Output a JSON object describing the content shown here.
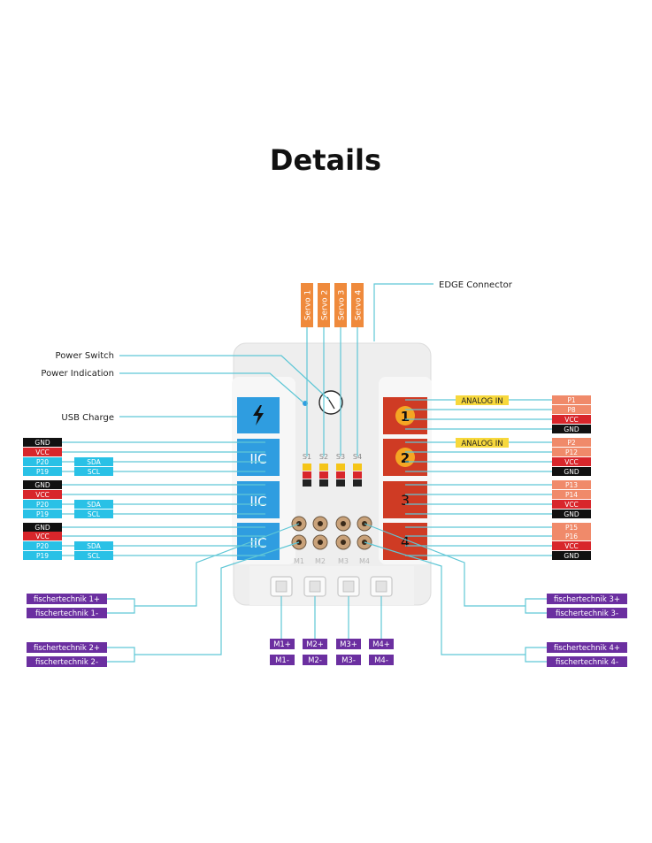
{
  "title": "Details",
  "callouts": {
    "edge": "EDGE Connector",
    "power_switch": "Power Switch",
    "power_indication": "Power Indication",
    "usb_charge": "USB Charge"
  },
  "servos": [
    "Servo 1",
    "Servo 2",
    "Servo 3",
    "Servo 4"
  ],
  "servo_pin_labels": [
    "S1",
    "S2",
    "S3",
    "S4"
  ],
  "iic_label": "IIC",
  "left_pins": [
    {
      "pins": [
        "GND",
        "VCC",
        "P20",
        "P19"
      ],
      "tags": [
        "",
        "",
        "SDA",
        "SCL"
      ]
    },
    {
      "pins": [
        "GND",
        "VCC",
        "P20",
        "P19"
      ],
      "tags": [
        "",
        "",
        "SDA",
        "SCL"
      ]
    },
    {
      "pins": [
        "GND",
        "VCC",
        "P20",
        "P19"
      ],
      "tags": [
        "",
        "",
        "SDA",
        "SCL"
      ]
    }
  ],
  "right_ports": [
    {
      "label": "1",
      "analog": "ANALOG IN",
      "pins": [
        "P1",
        "P8",
        "VCC",
        "GND"
      ]
    },
    {
      "label": "2",
      "analog": "ANALOG IN",
      "pins": [
        "P2",
        "P12",
        "VCC",
        "GND"
      ]
    },
    {
      "label": "3",
      "analog": "",
      "pins": [
        "P13",
        "P14",
        "VCC",
        "GND"
      ]
    },
    {
      "label": "4",
      "analog": "",
      "pins": [
        "P15",
        "P16",
        "VCC",
        "GND"
      ]
    }
  ],
  "motor_board_labels": [
    "M1",
    "M2",
    "M3",
    "M4"
  ],
  "motor_plus": [
    "M1+",
    "M2+",
    "M3+",
    "M4+"
  ],
  "motor_minus": [
    "M1-",
    "M2-",
    "M3-",
    "M4-"
  ],
  "fischertechnik": {
    "left": [
      "fischertechnik 1+",
      "fischertechnik 1-",
      "fischertechnik 2+",
      "fischertechnik 2-"
    ],
    "right": [
      "fischertechnik 3+",
      "fischertechnik 3-",
      "fischertechnik 4+",
      "fischertechnik 4-"
    ]
  },
  "colors": {
    "line": "#5fc7d6",
    "servo_orange": "#ef8a3c",
    "iic_blue": "#2f9de0",
    "port_red": "#cf3b24",
    "port_circle": "#f5a623",
    "pin_black": "#111111",
    "pin_red": "#d8262b",
    "pin_cyan": "#29c1e6",
    "pin_salmon": "#f08a6a",
    "analog_yellow": "#f7d83c",
    "fischer_purple": "#6b2fa0"
  }
}
